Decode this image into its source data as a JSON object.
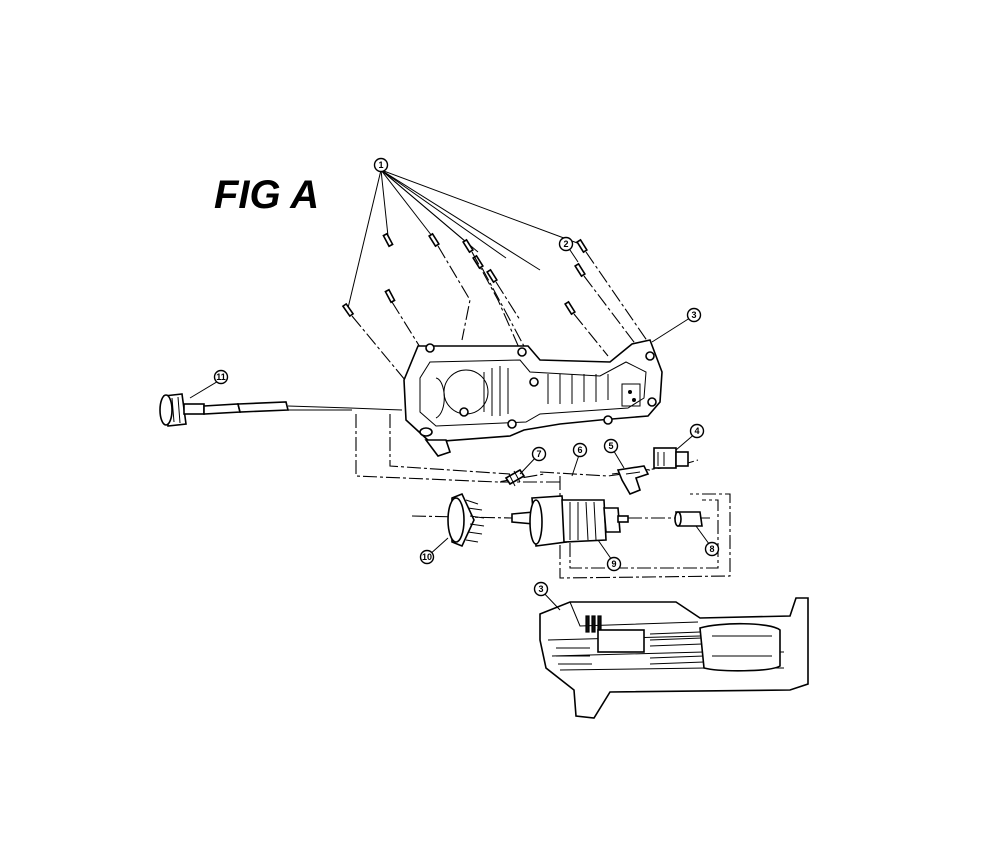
{
  "figure": {
    "title": "FIG A"
  },
  "callouts": [
    {
      "id": "c1",
      "label": "1"
    },
    {
      "id": "c2",
      "label": "2"
    },
    {
      "id": "c3a",
      "label": "3"
    },
    {
      "id": "c4",
      "label": "4"
    },
    {
      "id": "c5",
      "label": "5"
    },
    {
      "id": "c6",
      "label": "6"
    },
    {
      "id": "c7",
      "label": "7"
    },
    {
      "id": "c8",
      "label": "8"
    },
    {
      "id": "c9",
      "label": "9"
    },
    {
      "id": "c10",
      "label": "10"
    },
    {
      "id": "c11",
      "label": "11"
    },
    {
      "id": "c3b",
      "label": "3"
    }
  ]
}
